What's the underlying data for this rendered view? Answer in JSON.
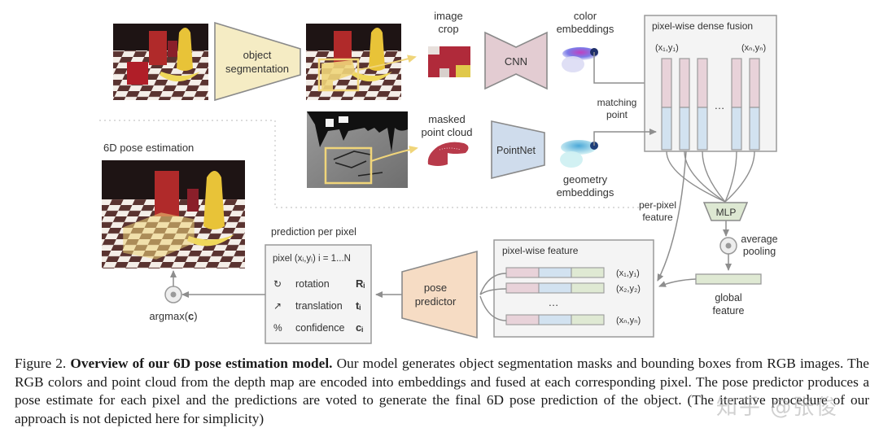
{
  "figure": {
    "labels": {
      "object_segmentation_line1": "object",
      "object_segmentation_line2": "segmentation",
      "image_crop_line1": "image",
      "image_crop_line2": "crop",
      "cnn": "CNN",
      "color_embeddings_line1": "color",
      "color_embeddings_line2": "embeddings",
      "dense_fusion_title": "pixel-wise dense fusion",
      "fusion_first_coord": "(x₁,y₁)",
      "fusion_last_coord": "(xₙ,yₙ)",
      "ellipsis": "…",
      "matching_point_line1": "matching",
      "matching_point_line2": "point",
      "masked_point_cloud_line1": "masked",
      "masked_point_cloud_line2": "point cloud",
      "pointnet": "PointNet",
      "geometry_embeddings_line1": "geometry",
      "geometry_embeddings_line2": "embeddings",
      "per_pixel_feature_line1": "per-pixel",
      "per_pixel_feature_line2": "feature",
      "mlp": "MLP",
      "average_pooling_line1": "average",
      "average_pooling_line2": "pooling",
      "global_feature_line1": "global",
      "global_feature_line2": "feature",
      "pixel_wise_feature_title": "pixel-wise feature",
      "pixel_feature_rows": [
        "(x₁,y₁)",
        "(x₂,y₂)",
        "(xₙ,yₙ)"
      ],
      "pose_predictor_line1": "pose",
      "pose_predictor_line2": "predictor",
      "prediction_per_pixel_title": "prediction per pixel",
      "prediction_header": "pixel (xᵢ,yᵢ)  i = 1...N",
      "prediction_rows": [
        {
          "icon": "rotation-icon",
          "glyph": "↻",
          "label": "rotation",
          "symbol": "Rᵢ"
        },
        {
          "icon": "translation-icon",
          "glyph": "↗",
          "label": "translation",
          "symbol": "tᵢ"
        },
        {
          "icon": "percent-icon",
          "glyph": "%",
          "label": "confidence",
          "symbol": "cᵢ"
        }
      ],
      "pose_estimation_title": "6D pose estimation",
      "argmax_prefix": "argmax(",
      "argmax_var": "c",
      "argmax_suffix": ")"
    },
    "colors": {
      "segmentation_fill": "#f5ecc4",
      "cnn_fill": "#e3ccd2",
      "pointnet_fill": "#cfdcec",
      "mlp_fill": "#dde8d2",
      "pose_predictor_fill": "#f6dcc4",
      "color_feature": "#e8d2d9",
      "geometry_feature": "#d2e2f0",
      "global_feature": "#dfe9d3",
      "bbox_yellow": "#f0d57a",
      "outline": "#8a8a8a"
    }
  },
  "caption": {
    "prefix": "Figure 2. ",
    "bold": "Overview of our 6D pose estimation model.",
    "body": " Our model generates object segmentation masks and bounding boxes from RGB images.  The RGB colors and point cloud from the depth map are encoded into embeddings and fused at each corresponding pixel.  The pose predictor produces a pose estimate for each pixel and the predictions are voted to generate the final 6D pose prediction of the object. (The iterative procedure of our approach is not depicted here for simplicity)"
  },
  "watermark": "知乎 @张俊"
}
